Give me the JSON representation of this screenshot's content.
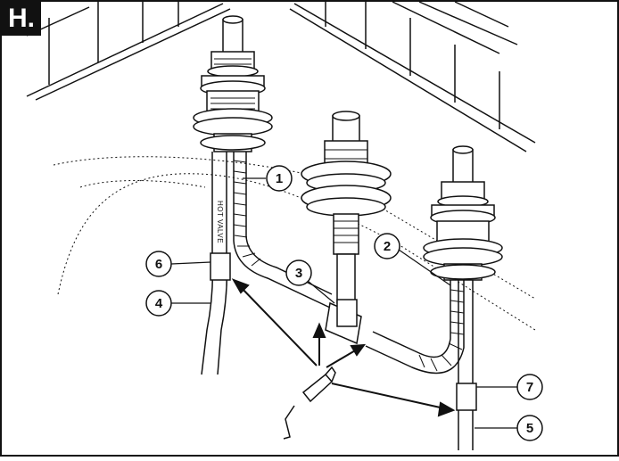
{
  "step": "H.",
  "pipe_label": "HOT VALVE",
  "callouts": [
    {
      "id": "1",
      "label": "1"
    },
    {
      "id": "2",
      "label": "2"
    },
    {
      "id": "3",
      "label": "3"
    },
    {
      "id": "4",
      "label": "4"
    },
    {
      "id": "5",
      "label": "5"
    },
    {
      "id": "6",
      "label": "6"
    },
    {
      "id": "7",
      "label": "7"
    }
  ],
  "colors": {
    "line": "#111111",
    "background": "#ffffff"
  }
}
